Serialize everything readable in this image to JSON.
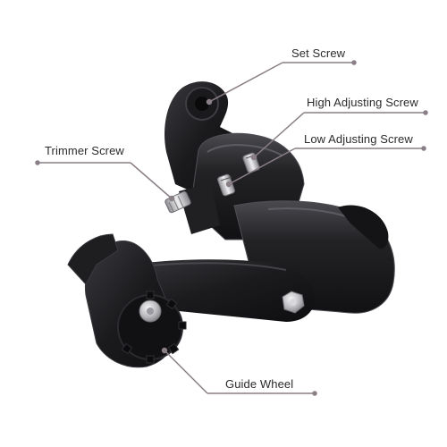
{
  "product": "rear derailleur",
  "labels": {
    "set_screw": "Set Screw",
    "high_adjusting_screw": "High Adjusting Screw",
    "low_adjusting_screw": "Low Adjusting Screw",
    "trimmer_screw": "Trimmer Screw",
    "guide_wheel": "Guide Wheel"
  },
  "colors": {
    "leader_line": "#8a7f86",
    "label_text": "#2b2b2b",
    "body": "#1c1c1e",
    "metal": "#c9c9cc"
  }
}
